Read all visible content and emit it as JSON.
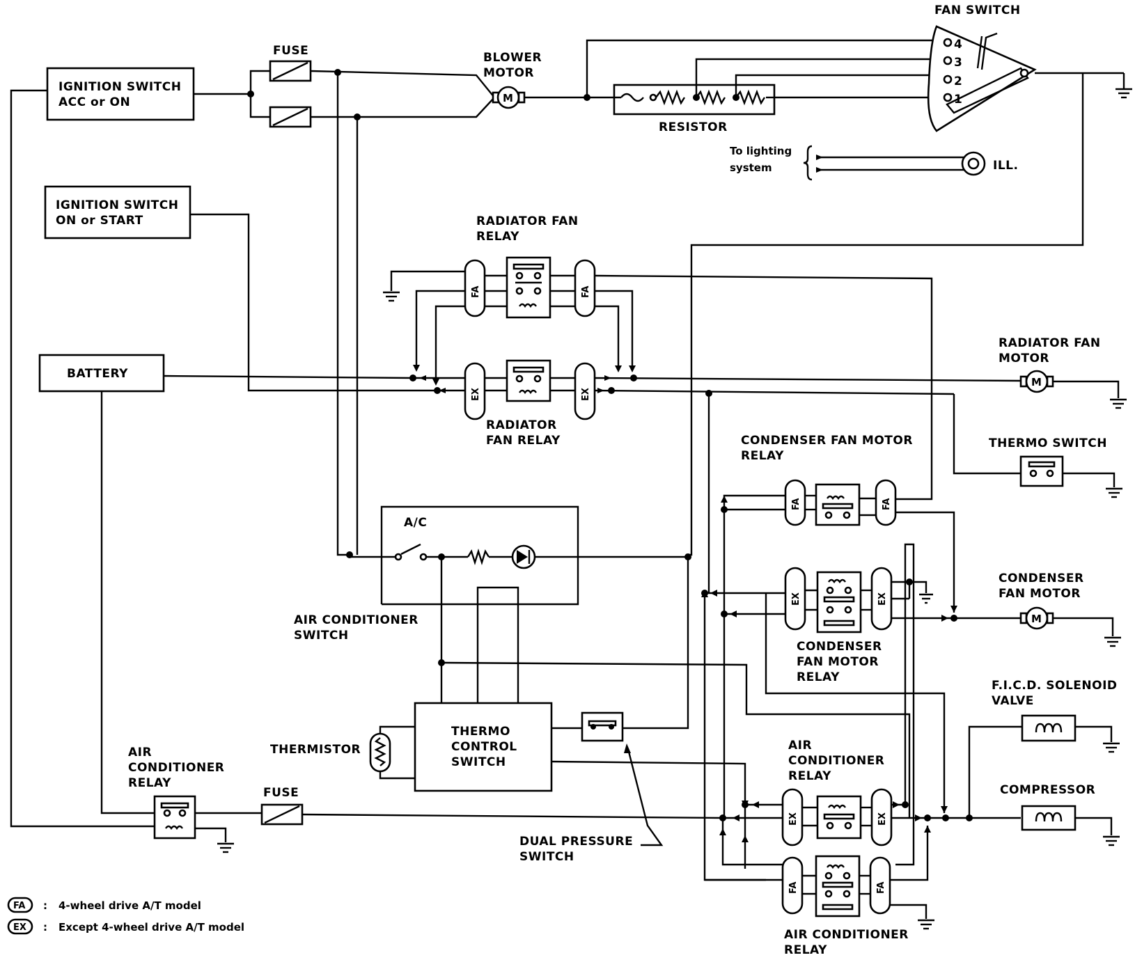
{
  "labels": {
    "fan_switch": "FAN SWITCH",
    "fuse_top": "FUSE",
    "blower_motor_1": "BLOWER",
    "blower_motor_2": "MOTOR",
    "ign_acc_1": "IGNITION SWITCH",
    "ign_acc_2": "ACC or ON",
    "resistor": "RESISTOR",
    "to_lighting_1": "To lighting",
    "to_lighting_2": "system",
    "ill": "ILL.",
    "ign_start_1": "IGNITION SWITCH",
    "ign_start_2": "ON or START",
    "rad_fan_relay_top_1": "RADIATOR FAN",
    "rad_fan_relay_top_2": "RELAY",
    "battery": "BATTERY",
    "rad_fan_motor_1": "RADIATOR FAN",
    "rad_fan_motor_2": "MOTOR",
    "rad_fan_relay_bot_1": "RADIATOR",
    "rad_fan_relay_bot_2": "FAN RELAY",
    "cond_relay_top_1": "CONDENSER FAN MOTOR",
    "cond_relay_top_2": "RELAY",
    "thermo_switch": "THERMO SWITCH",
    "ac": "A/C",
    "cond_fan_motor_1": "CONDENSER",
    "cond_fan_motor_2": "FAN MOTOR",
    "ac_switch_1": "AIR CONDITIONER",
    "ac_switch_2": "SWITCH",
    "cond_relay_bot_1": "CONDENSER",
    "cond_relay_bot_2": "FAN MOTOR",
    "cond_relay_bot_3": "RELAY",
    "ficd_1": "F.I.C.D. SOLENOID",
    "ficd_2": "VALVE",
    "thermo_ctrl_1": "THERMO",
    "thermo_ctrl_2": "CONTROL",
    "thermo_ctrl_3": "SWITCH",
    "thermistor": "THERMISTOR",
    "ac_relay_left_1": "AIR",
    "ac_relay_left_2": "CONDITIONER",
    "ac_relay_left_3": "RELAY",
    "fuse_bottom": "FUSE",
    "ac_relay_mid_1": "AIR",
    "ac_relay_mid_2": "CONDITIONER",
    "ac_relay_mid_3": "RELAY",
    "compressor": "COMPRESSOR",
    "dual_pressure_1": "DUAL PRESSURE",
    "dual_pressure_2": "SWITCH",
    "ac_relay_bot_1": "AIR CONDITIONER",
    "ac_relay_bot_2": "RELAY",
    "motor_symbol": "M",
    "fan_pos_4": "4",
    "fan_pos_3": "3",
    "fan_pos_2": "2",
    "fan_pos_1": "1"
  },
  "capsules": {
    "fa": "FA",
    "ex": "EX"
  },
  "legend": [
    {
      "code": "FA",
      "text": "4-wheel drive A/T model"
    },
    {
      "code": "EX",
      "text": "Except 4-wheel drive A/T model"
    }
  ],
  "legend_colon": ":"
}
